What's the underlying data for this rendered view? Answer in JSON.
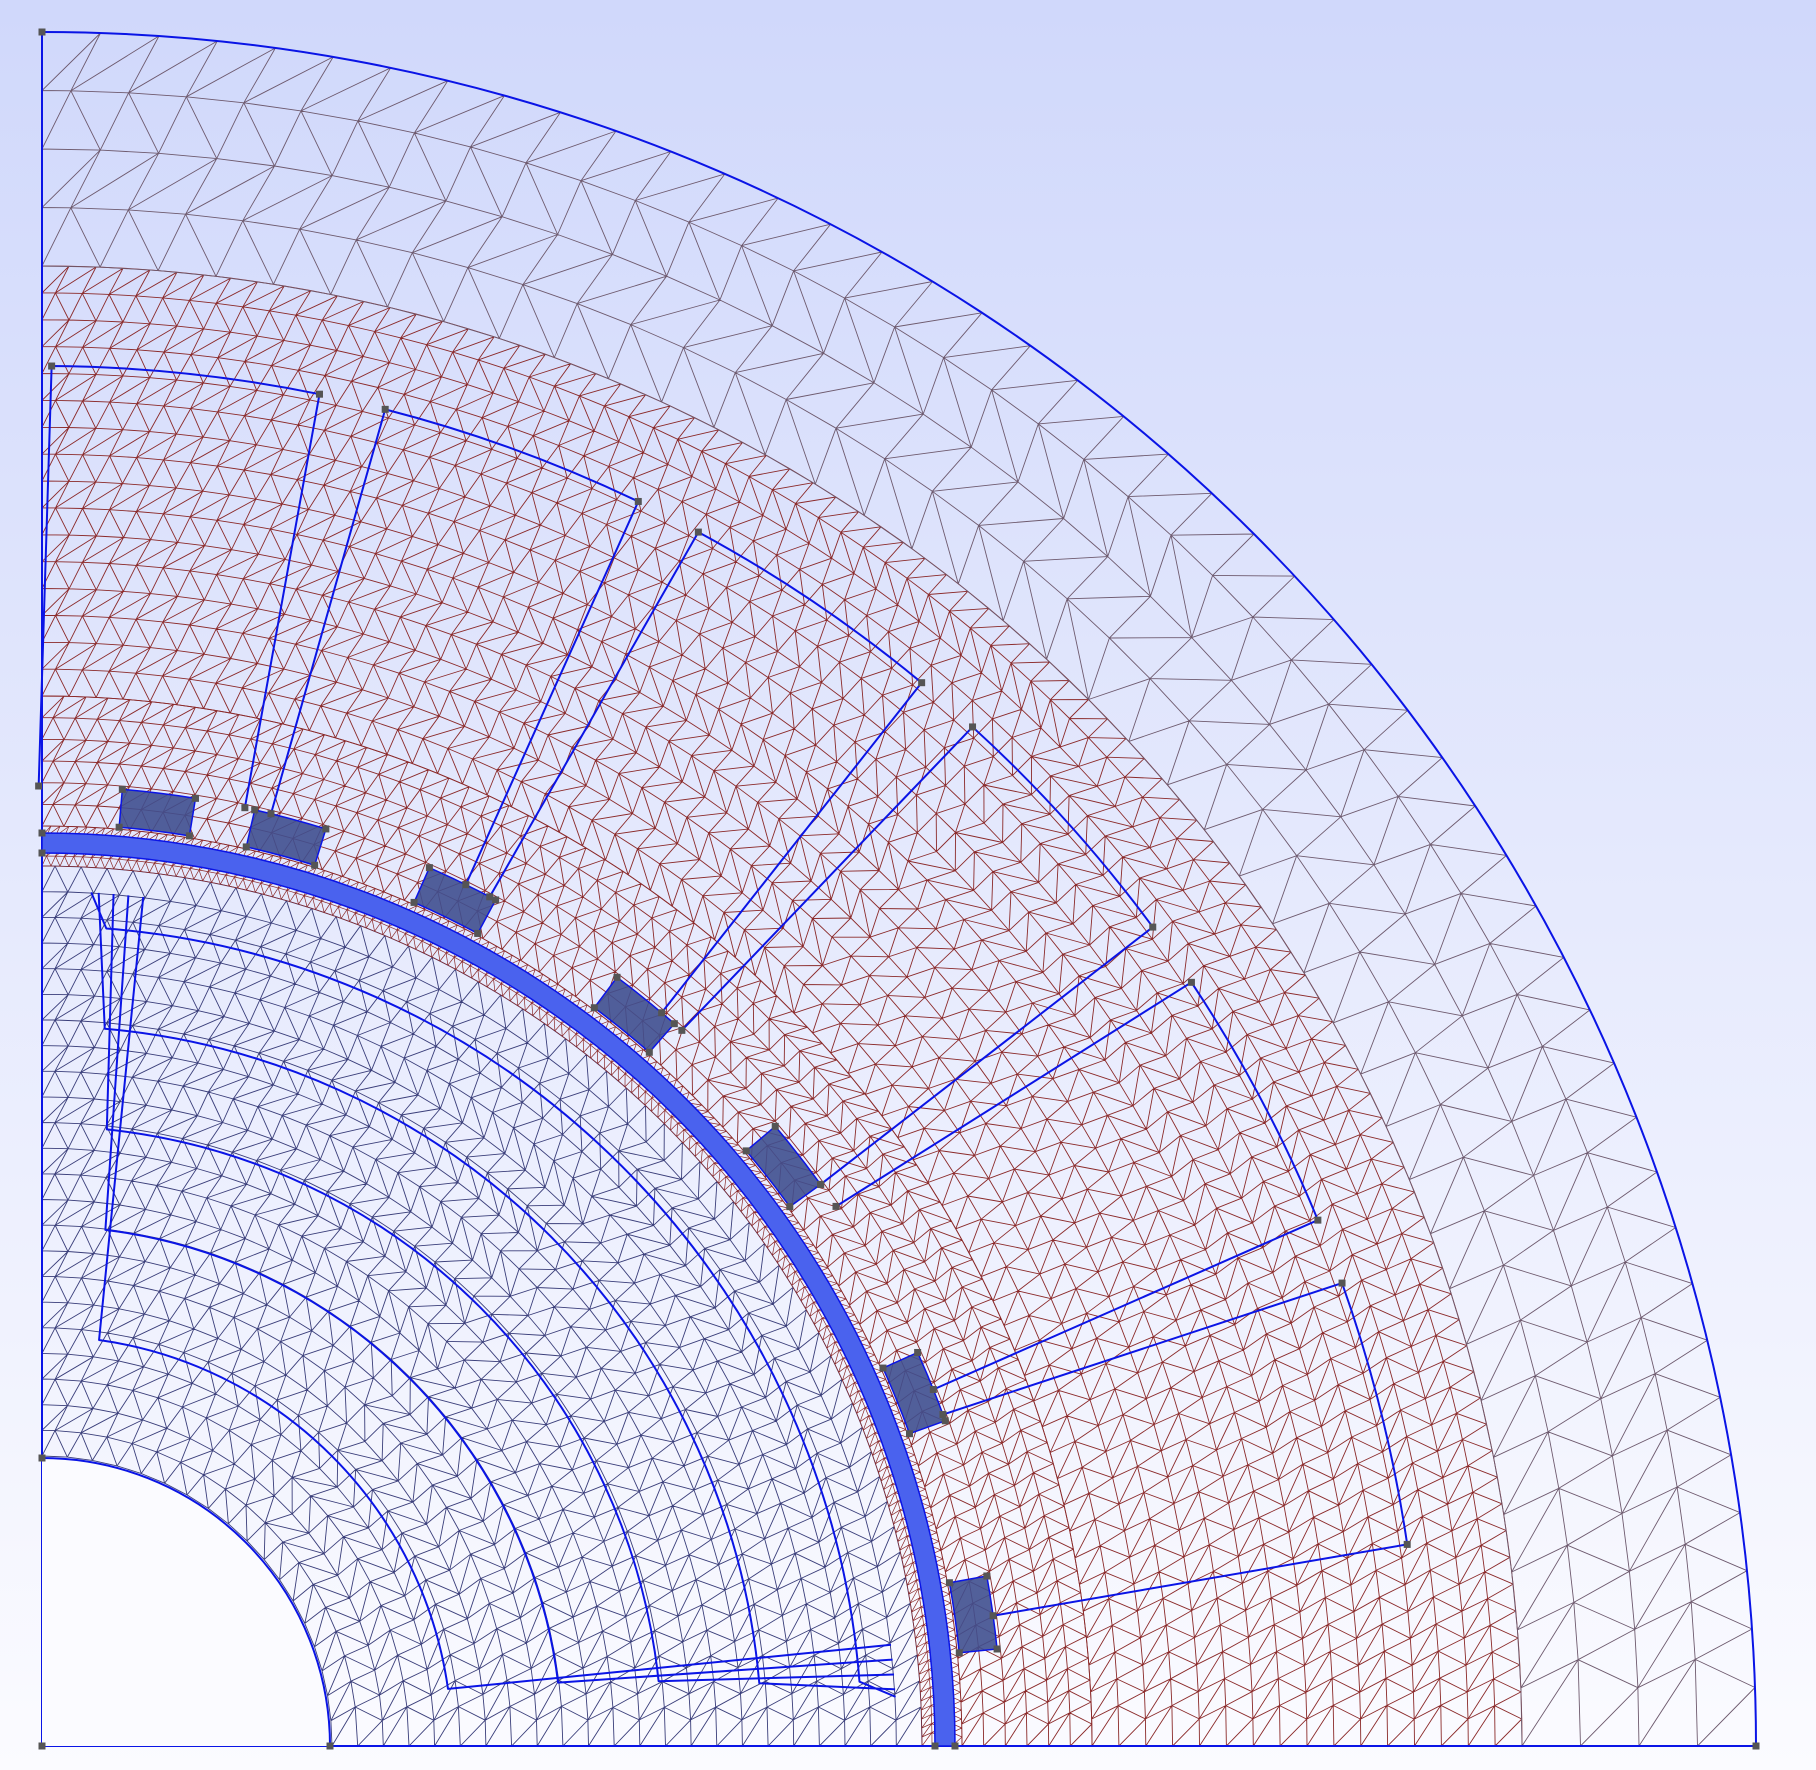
{
  "viewport": {
    "background_top": "#d0d8fb",
    "background_bottom": "#fbfbff"
  },
  "colors": {
    "boundary": "#0a14e6",
    "mesh_coarse": "#6e5a6e",
    "mesh_fine": "#8b2a2a",
    "mesh_rotor": "#3a3e7a",
    "airgap_band": "#4a62ee",
    "magnet": "#3f4f8f",
    "point": "#555555"
  },
  "model": {
    "stator_slots": 6,
    "rotor_flux_barriers": 5,
    "magnets": 7,
    "view": "quarter-section"
  },
  "icons": {
    "geometry_point": "square-point-icon"
  }
}
